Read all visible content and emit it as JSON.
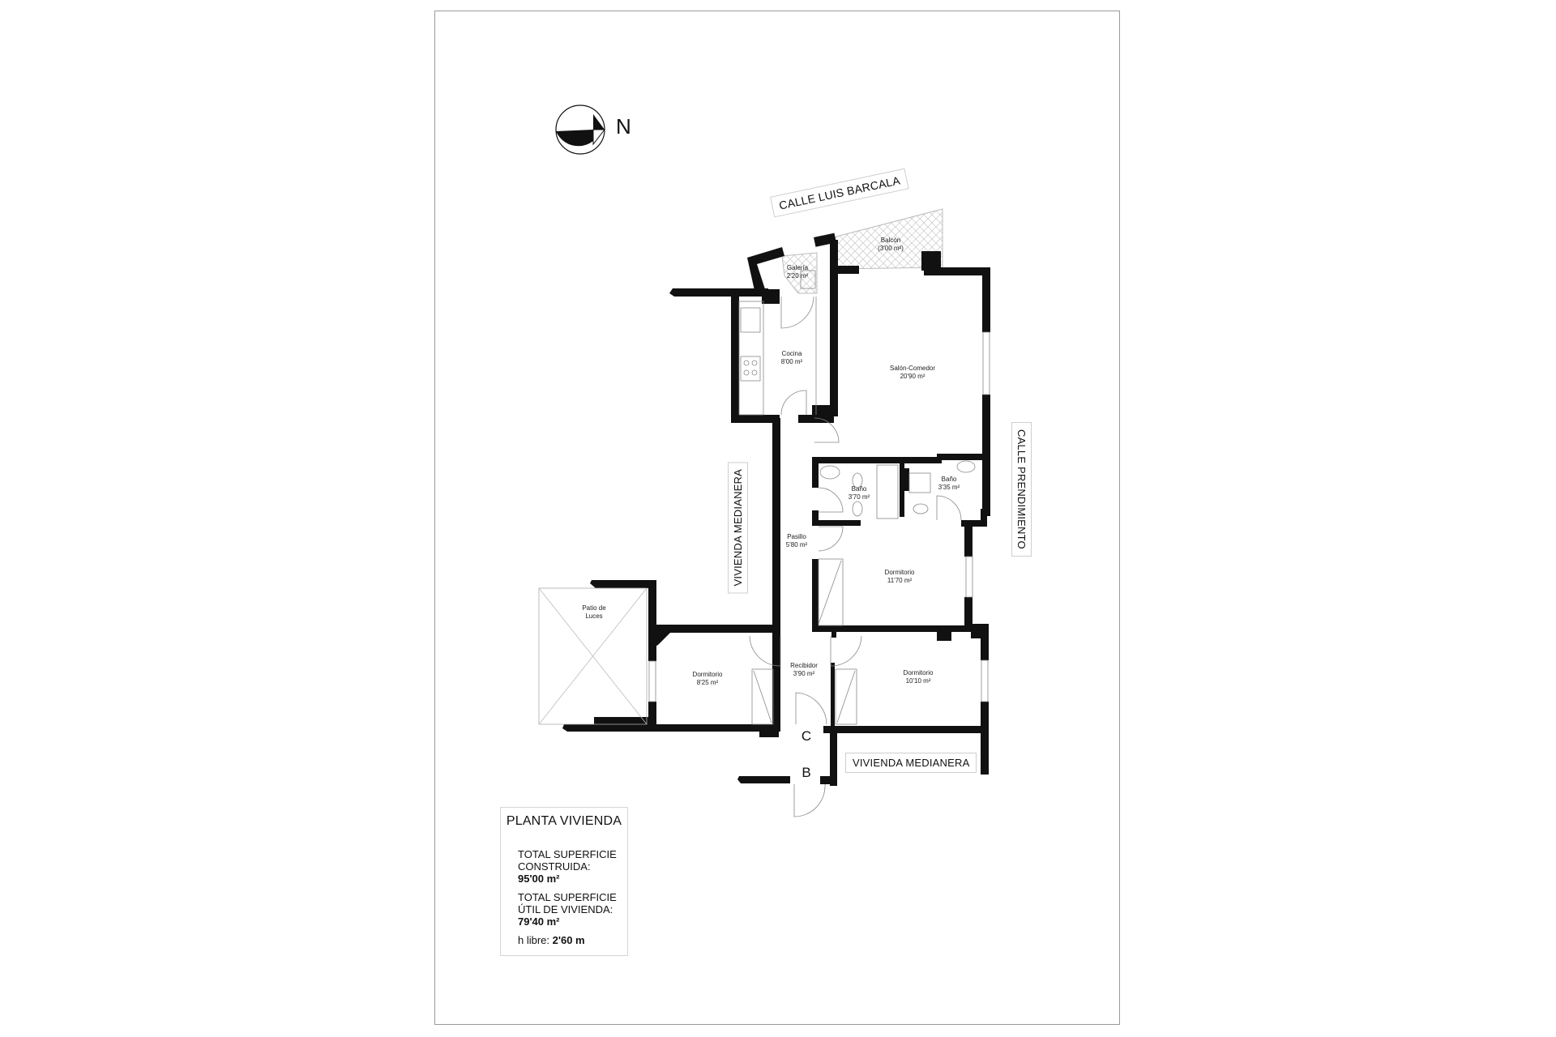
{
  "plan": {
    "title": "PLANTA VIVIENDA",
    "north_label": "N",
    "streets": {
      "top": "CALLE LUIS BARCALA",
      "right": "CALLE PRENDIMIENTO",
      "left_neighbor": "VIVIENDA MEDIANERA",
      "bottom_neighbor": "VIVIENDA MEDIANERA"
    },
    "rooms": [
      {
        "name": "Balcón",
        "area": "(3'00 m²)"
      },
      {
        "name": "Galería",
        "area": "2'20 m²"
      },
      {
        "name": "Cocina",
        "area": "8'00 m²"
      },
      {
        "name": "Salón-Comedor",
        "area": "20'90 m²"
      },
      {
        "name": "Baño",
        "area": "3'70 m²"
      },
      {
        "name": "Baño",
        "area": "3'35 m²"
      },
      {
        "name": "Pasillo",
        "area": "5'80 m²"
      },
      {
        "name": "Dormitorio",
        "area": "11'70 m²"
      },
      {
        "name": "Patio de",
        "area": "Luces"
      },
      {
        "name": "Dormitorio",
        "area": "8'25 m²"
      },
      {
        "name": "Recibidor",
        "area": "3'90 m²"
      },
      {
        "name": "Dormitorio",
        "area": "10'10 m²"
      }
    ],
    "access_markers": [
      "C",
      "B"
    ]
  },
  "summary": {
    "built_label_1": "TOTAL SUPERFICIE",
    "built_label_2": "CONSTRUIDA:",
    "built_value": "95'00 m²",
    "useful_label_1": "TOTAL SUPERFICIE",
    "useful_label_2": "ÚTIL DE VIVIENDA:",
    "useful_value": "79'40 m²",
    "height_label": "h libre:",
    "height_value": "2'60 m"
  }
}
